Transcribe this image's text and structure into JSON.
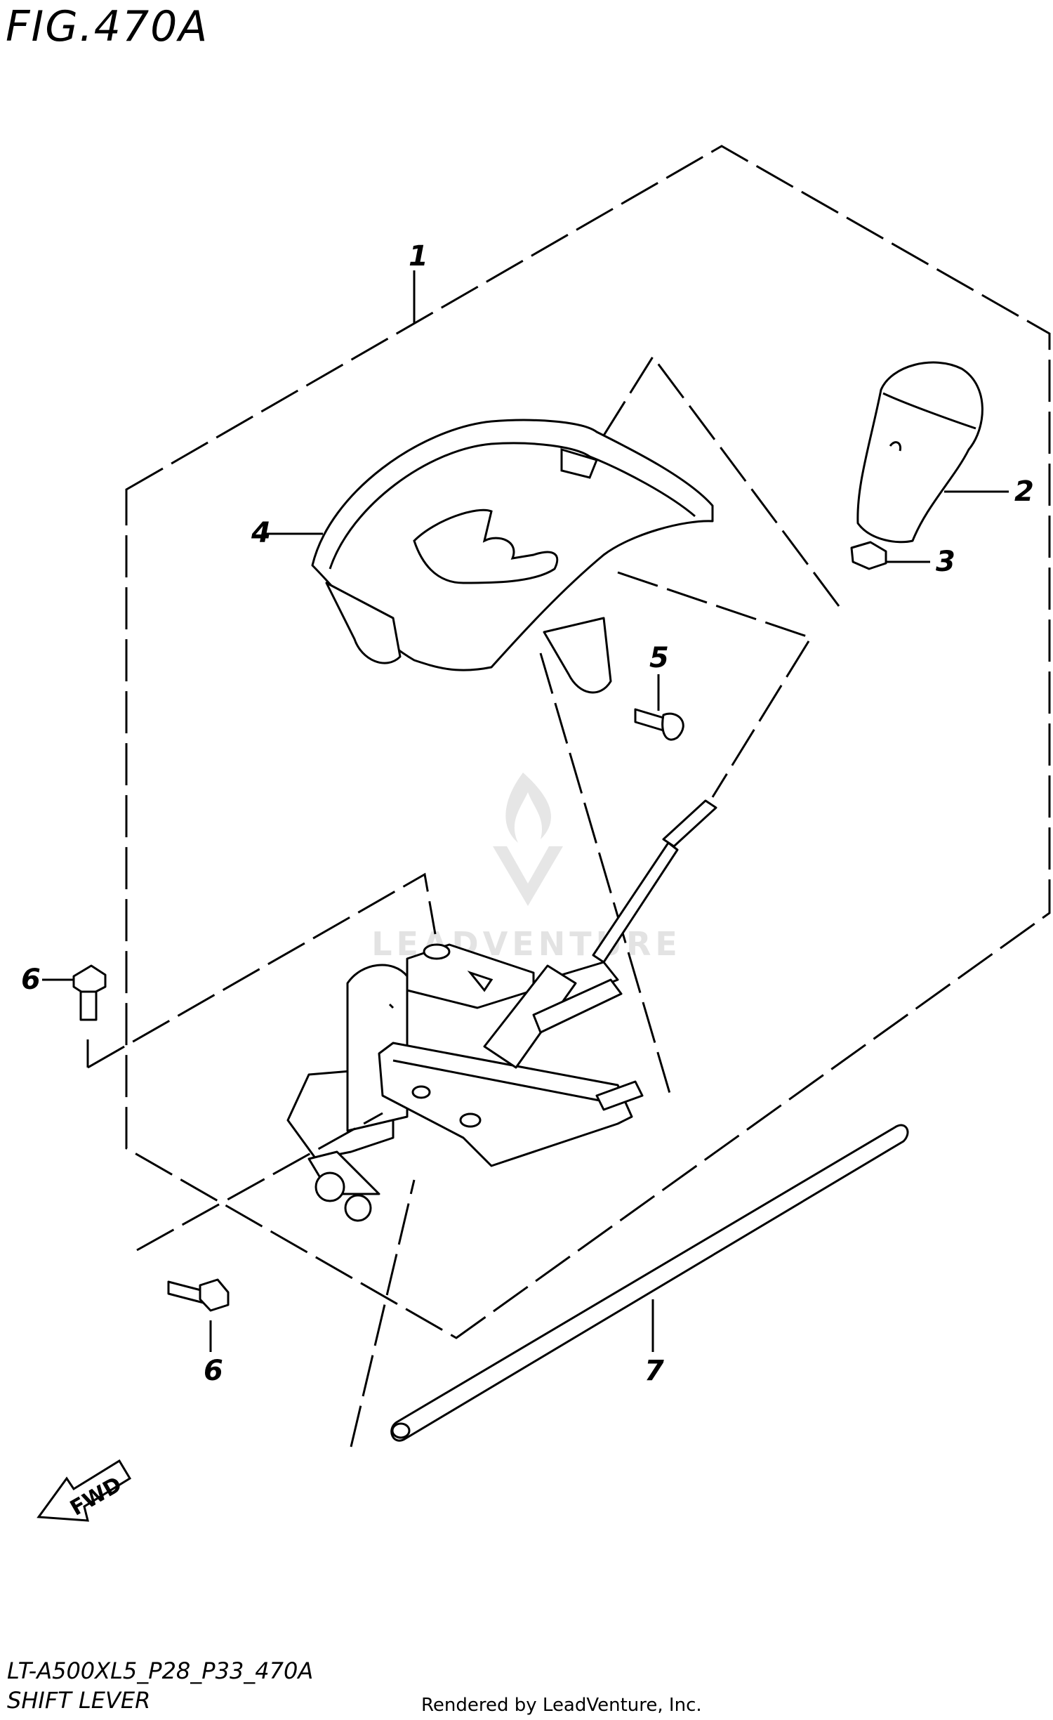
{
  "figure": {
    "title": "FIG.470A",
    "model_code": "LT-A500XL5_P28_P33_470A",
    "section_name": "SHIFT LEVER",
    "rendered_by": "Rendered by LeadVenture, Inc.",
    "watermark": "LEADVENTURE",
    "fwd_label": "FWD"
  },
  "callouts": [
    {
      "id": "1",
      "part": "shift-lever-assembly"
    },
    {
      "id": "2",
      "part": "shift-knob"
    },
    {
      "id": "3",
      "part": "knob-nut"
    },
    {
      "id": "4",
      "part": "shift-lever-cover"
    },
    {
      "id": "5",
      "part": "cover-bolt"
    },
    {
      "id": "6",
      "part": "mounting-bolt-upper"
    },
    {
      "id": "6",
      "part": "mounting-bolt-lower"
    },
    {
      "id": "7",
      "part": "shift-rod"
    }
  ]
}
